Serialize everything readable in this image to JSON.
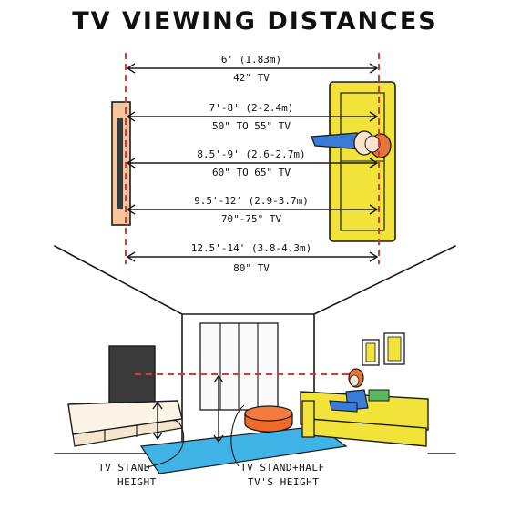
{
  "title": "TV VIEWING DISTANCES",
  "rows": [
    {
      "distance": "6' (1.83m)",
      "size": "42\" TV"
    },
    {
      "distance": "7'-8' (2-2.4m)",
      "size": "50\" TO 55\" TV"
    },
    {
      "distance": "8.5'-9' (2.6-2.7m)",
      "size": "60\" TO 65\" TV"
    },
    {
      "distance": "9.5'-12' (2.9-3.7m)",
      "size": "70\"-75\" TV"
    },
    {
      "distance": "12.5'-14' (3.8-4.3m)",
      "size": "80\" TV"
    }
  ],
  "captions": {
    "stand_line1": "TV STAND",
    "stand_line2": "HEIGHT",
    "half_line1": "TV STAND+HALF",
    "half_line2": "TV'S HEIGHT"
  },
  "colors": {
    "sofa": "#f2e33a",
    "tv_wall": "#f7c59a",
    "red_line": "#d43a36",
    "rug": "#3fb3e6",
    "ottoman": "#f26a2a",
    "tv_screen": "#3a3a3a"
  }
}
